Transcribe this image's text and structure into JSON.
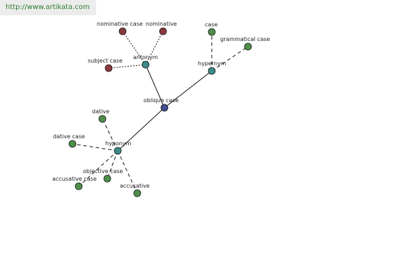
{
  "watermark": {
    "text": "http://www.artikata.com"
  },
  "colors": {
    "center": "#3f4f8f",
    "relation": "#3e8a8a",
    "antonym_leaf": "#8b3a3f",
    "other_leaf": "#4e8e4a",
    "node_stroke": "#1a1a1a",
    "edge": "#111111"
  },
  "nodes": [
    {
      "id": "oblique",
      "label": "oblique case",
      "kind": "center"
    },
    {
      "id": "antonym",
      "label": "antonym",
      "kind": "relation"
    },
    {
      "id": "hypernym",
      "label": "hypernym",
      "kind": "relation"
    },
    {
      "id": "hyponym",
      "label": "hyponym",
      "kind": "relation"
    },
    {
      "id": "nomcase",
      "label": "nominative case",
      "kind": "antonym_leaf"
    },
    {
      "id": "nom",
      "label": "nominative",
      "kind": "antonym_leaf"
    },
    {
      "id": "subj",
      "label": "subject case",
      "kind": "antonym_leaf"
    },
    {
      "id": "case",
      "label": "case",
      "kind": "other_leaf"
    },
    {
      "id": "gramcase",
      "label": "grammatical case",
      "kind": "other_leaf"
    },
    {
      "id": "dative",
      "label": "dative",
      "kind": "other_leaf"
    },
    {
      "id": "datcase",
      "label": "dative case",
      "kind": "other_leaf"
    },
    {
      "id": "objcase",
      "label": "objective case",
      "kind": "other_leaf"
    },
    {
      "id": "acccase",
      "label": "accusative case",
      "kind": "other_leaf"
    },
    {
      "id": "acc",
      "label": "accusative",
      "kind": "other_leaf"
    }
  ],
  "edges": [
    {
      "from": "oblique",
      "to": "antonym",
      "style": "solid"
    },
    {
      "from": "oblique",
      "to": "hypernym",
      "style": "solid"
    },
    {
      "from": "oblique",
      "to": "hyponym",
      "style": "solid"
    },
    {
      "from": "antonym",
      "to": "nomcase",
      "style": "dotted"
    },
    {
      "from": "antonym",
      "to": "nom",
      "style": "dotted"
    },
    {
      "from": "antonym",
      "to": "subj",
      "style": "dotted"
    },
    {
      "from": "hypernym",
      "to": "case",
      "style": "dashed"
    },
    {
      "from": "hypernym",
      "to": "gramcase",
      "style": "dashed"
    },
    {
      "from": "hyponym",
      "to": "dative",
      "style": "dashed"
    },
    {
      "from": "hyponym",
      "to": "datcase",
      "style": "dashed"
    },
    {
      "from": "hyponym",
      "to": "objcase",
      "style": "dashed"
    },
    {
      "from": "hyponym",
      "to": "acccase",
      "style": "dashed"
    },
    {
      "from": "hyponym",
      "to": "acc",
      "style": "dashed"
    }
  ]
}
